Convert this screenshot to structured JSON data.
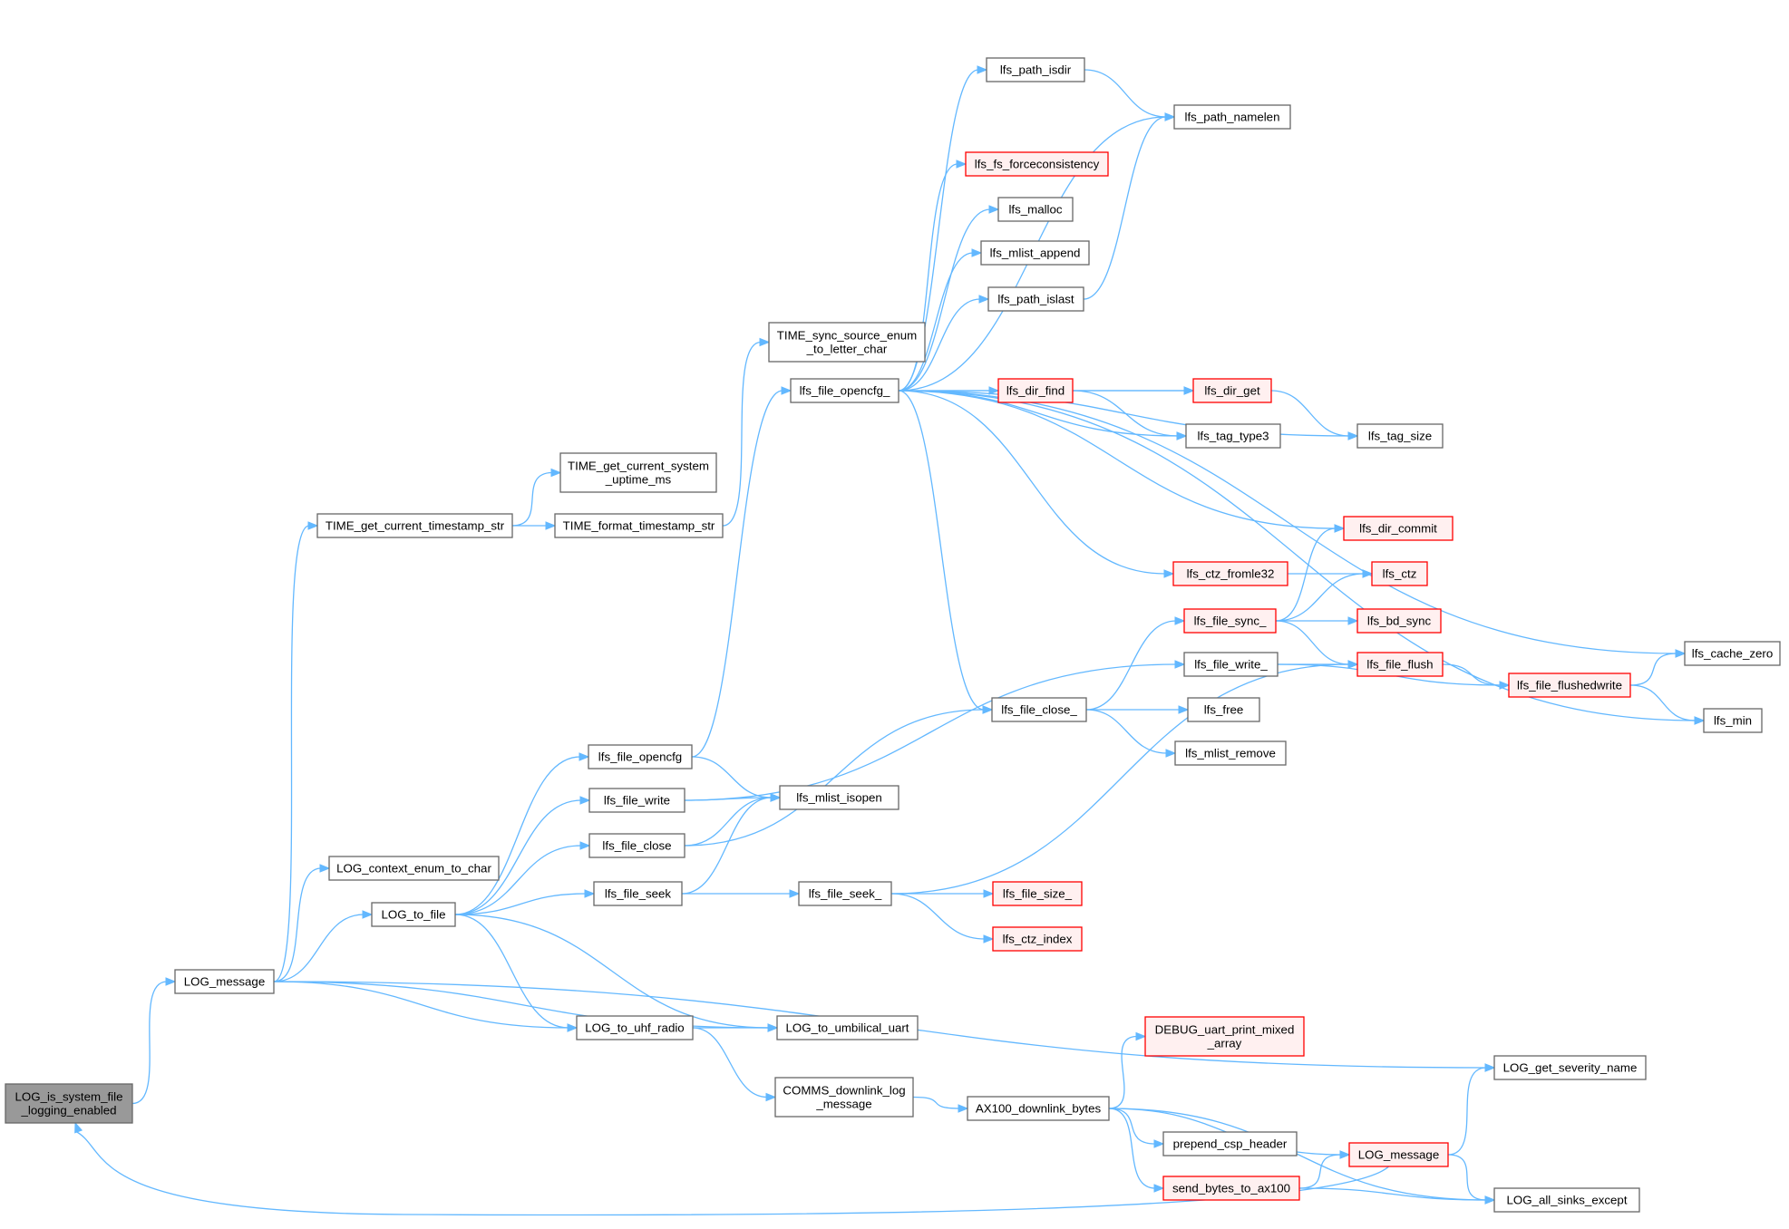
{
  "graph": {
    "nodes": [
      {
        "id": "root",
        "lines": [
          "LOG_is_system_file",
          "_logging_enabled"
        ],
        "style": "root"
      },
      {
        "id": "log_message",
        "lines": [
          "LOG_message"
        ],
        "style": "normal"
      },
      {
        "id": "time_get_ts",
        "lines": [
          "TIME_get_current_timestamp_str"
        ],
        "style": "normal"
      },
      {
        "id": "log_ctx",
        "lines": [
          "LOG_context_enum_to_char"
        ],
        "style": "normal"
      },
      {
        "id": "log_to_file",
        "lines": [
          "LOG_to_file"
        ],
        "style": "normal"
      },
      {
        "id": "log_to_uhf",
        "lines": [
          "LOG_to_uhf_radio"
        ],
        "style": "normal"
      },
      {
        "id": "log_to_umb",
        "lines": [
          "LOG_to_umbilical_uart"
        ],
        "style": "normal"
      },
      {
        "id": "time_uptime",
        "lines": [
          "TIME_get_current_system",
          "_uptime_ms"
        ],
        "style": "normal"
      },
      {
        "id": "time_format",
        "lines": [
          "TIME_format_timestamp_str"
        ],
        "style": "normal"
      },
      {
        "id": "time_sync",
        "lines": [
          "TIME_sync_source_enum",
          "_to_letter_char"
        ],
        "style": "normal"
      },
      {
        "id": "lfs_file_opencfg_",
        "lines": [
          "lfs_file_opencfg_"
        ],
        "style": "normal"
      },
      {
        "id": "lfs_file_opencfg",
        "lines": [
          "lfs_file_opencfg"
        ],
        "style": "normal"
      },
      {
        "id": "lfs_file_write",
        "lines": [
          "lfs_file_write"
        ],
        "style": "normal"
      },
      {
        "id": "lfs_file_close",
        "lines": [
          "lfs_file_close"
        ],
        "style": "normal"
      },
      {
        "id": "lfs_file_seek",
        "lines": [
          "lfs_file_seek"
        ],
        "style": "normal"
      },
      {
        "id": "lfs_mlist_isopen",
        "lines": [
          "lfs_mlist_isopen"
        ],
        "style": "normal"
      },
      {
        "id": "lfs_file_seek_",
        "lines": [
          "lfs_file_seek_"
        ],
        "style": "normal"
      },
      {
        "id": "lfs_file_close_",
        "lines": [
          "lfs_file_close_"
        ],
        "style": "normal"
      },
      {
        "id": "lfs_path_isdir",
        "lines": [
          "lfs_path_isdir"
        ],
        "style": "normal"
      },
      {
        "id": "lfs_path_namelen",
        "lines": [
          "lfs_path_namelen"
        ],
        "style": "normal"
      },
      {
        "id": "lfs_fs_force",
        "lines": [
          "lfs_fs_forceconsistency"
        ],
        "style": "red"
      },
      {
        "id": "lfs_malloc",
        "lines": [
          "lfs_malloc"
        ],
        "style": "normal"
      },
      {
        "id": "lfs_mlist_append",
        "lines": [
          "lfs_mlist_append"
        ],
        "style": "normal"
      },
      {
        "id": "lfs_path_islast",
        "lines": [
          "lfs_path_islast"
        ],
        "style": "normal"
      },
      {
        "id": "lfs_dir_find",
        "lines": [
          "lfs_dir_find"
        ],
        "style": "red"
      },
      {
        "id": "lfs_dir_get",
        "lines": [
          "lfs_dir_get"
        ],
        "style": "red"
      },
      {
        "id": "lfs_tag_type3",
        "lines": [
          "lfs_tag_type3"
        ],
        "style": "normal"
      },
      {
        "id": "lfs_tag_size",
        "lines": [
          "lfs_tag_size"
        ],
        "style": "normal"
      },
      {
        "id": "lfs_dir_commit",
        "lines": [
          "lfs_dir_commit"
        ],
        "style": "red"
      },
      {
        "id": "lfs_ctz_fromle32",
        "lines": [
          "lfs_ctz_fromle32"
        ],
        "style": "red"
      },
      {
        "id": "lfs_ctz",
        "lines": [
          "lfs_ctz"
        ],
        "style": "red"
      },
      {
        "id": "lfs_file_sync_",
        "lines": [
          "lfs_file_sync_"
        ],
        "style": "red"
      },
      {
        "id": "lfs_bd_sync",
        "lines": [
          "lfs_bd_sync"
        ],
        "style": "red"
      },
      {
        "id": "lfs_file_write_",
        "lines": [
          "lfs_file_write_"
        ],
        "style": "normal"
      },
      {
        "id": "lfs_file_flush",
        "lines": [
          "lfs_file_flush"
        ],
        "style": "red"
      },
      {
        "id": "lfs_file_flushedwrite",
        "lines": [
          "lfs_file_flushedwrite"
        ],
        "style": "red"
      },
      {
        "id": "lfs_cache_zero",
        "lines": [
          "lfs_cache_zero"
        ],
        "style": "normal"
      },
      {
        "id": "lfs_min",
        "lines": [
          "lfs_min"
        ],
        "style": "normal"
      },
      {
        "id": "lfs_free",
        "lines": [
          "lfs_free"
        ],
        "style": "normal"
      },
      {
        "id": "lfs_mlist_remove",
        "lines": [
          "lfs_mlist_remove"
        ],
        "style": "normal"
      },
      {
        "id": "lfs_file_size_",
        "lines": [
          "lfs_file_size_"
        ],
        "style": "red"
      },
      {
        "id": "lfs_ctz_index",
        "lines": [
          "lfs_ctz_index"
        ],
        "style": "red"
      },
      {
        "id": "log_get_sev",
        "lines": [
          "LOG_get_severity_name"
        ],
        "style": "normal"
      },
      {
        "id": "comms_downlink",
        "lines": [
          "COMMS_downlink_log",
          "_message"
        ],
        "style": "normal"
      },
      {
        "id": "ax100_downlink",
        "lines": [
          "AX100_downlink_bytes"
        ],
        "style": "normal"
      },
      {
        "id": "debug_uart",
        "lines": [
          "DEBUG_uart_print_mixed",
          "_array"
        ],
        "style": "red"
      },
      {
        "id": "prepend_csp",
        "lines": [
          "prepend_csp_header"
        ],
        "style": "normal"
      },
      {
        "id": "send_bytes",
        "lines": [
          "send_bytes_to_ax100"
        ],
        "style": "red"
      },
      {
        "id": "log_message_r",
        "lines": [
          "LOG_message"
        ],
        "style": "red"
      },
      {
        "id": "log_all_sinks",
        "lines": [
          "LOG_all_sinks_except"
        ],
        "style": "normal"
      }
    ],
    "edges": [
      [
        "root",
        "log_message"
      ],
      [
        "log_message",
        "time_get_ts"
      ],
      [
        "log_message",
        "log_ctx"
      ],
      [
        "log_message",
        "log_to_file"
      ],
      [
        "log_message",
        "log_to_uhf"
      ],
      [
        "log_message",
        "log_to_umb"
      ],
      [
        "log_message",
        "log_get_sev"
      ],
      [
        "time_get_ts",
        "time_uptime"
      ],
      [
        "time_get_ts",
        "time_format"
      ],
      [
        "time_format",
        "time_sync"
      ],
      [
        "log_to_file",
        "lfs_file_opencfg"
      ],
      [
        "log_to_file",
        "lfs_file_write"
      ],
      [
        "log_to_file",
        "lfs_file_close"
      ],
      [
        "log_to_file",
        "lfs_file_seek"
      ],
      [
        "log_to_file",
        "log_to_uhf"
      ],
      [
        "log_to_file",
        "log_to_umb"
      ],
      [
        "log_to_uhf",
        "log_to_umb"
      ],
      [
        "log_to_uhf",
        "comms_downlink"
      ],
      [
        "lfs_file_opencfg",
        "lfs_file_opencfg_"
      ],
      [
        "lfs_file_opencfg",
        "lfs_mlist_isopen"
      ],
      [
        "lfs_file_write",
        "lfs_mlist_isopen"
      ],
      [
        "lfs_file_write",
        "lfs_file_write_"
      ],
      [
        "lfs_file_close",
        "lfs_mlist_isopen"
      ],
      [
        "lfs_file_close",
        "lfs_file_close_"
      ],
      [
        "lfs_file_seek",
        "lfs_mlist_isopen"
      ],
      [
        "lfs_file_seek",
        "lfs_file_seek_"
      ],
      [
        "lfs_file_seek_",
        "lfs_file_flush"
      ],
      [
        "lfs_file_seek_",
        "lfs_file_size_"
      ],
      [
        "lfs_file_seek_",
        "lfs_ctz_index"
      ],
      [
        "lfs_file_opencfg_",
        "lfs_cache_zero"
      ],
      [
        "lfs_file_opencfg_",
        "lfs_path_isdir"
      ],
      [
        "lfs_file_opencfg_",
        "lfs_path_namelen"
      ],
      [
        "lfs_file_opencfg_",
        "lfs_fs_force"
      ],
      [
        "lfs_file_opencfg_",
        "lfs_malloc"
      ],
      [
        "lfs_file_opencfg_",
        "lfs_mlist_append"
      ],
      [
        "lfs_file_opencfg_",
        "lfs_path_islast"
      ],
      [
        "lfs_file_opencfg_",
        "lfs_dir_get"
      ],
      [
        "lfs_file_opencfg_",
        "lfs_dir_find"
      ],
      [
        "lfs_file_opencfg_",
        "lfs_tag_type3"
      ],
      [
        "lfs_file_opencfg_",
        "lfs_tag_size"
      ],
      [
        "lfs_file_opencfg_",
        "lfs_dir_commit"
      ],
      [
        "lfs_file_opencfg_",
        "lfs_ctz_fromle32"
      ],
      [
        "lfs_file_opencfg_",
        "lfs_file_close_"
      ],
      [
        "lfs_file_opencfg_",
        "lfs_min"
      ],
      [
        "lfs_path_isdir",
        "lfs_path_namelen"
      ],
      [
        "lfs_path_islast",
        "lfs_path_namelen"
      ],
      [
        "lfs_dir_find",
        "lfs_dir_get"
      ],
      [
        "lfs_dir_find",
        "lfs_tag_type3"
      ],
      [
        "lfs_dir_get",
        "lfs_tag_size"
      ],
      [
        "lfs_ctz_fromle32",
        "lfs_ctz"
      ],
      [
        "lfs_file_close_",
        "lfs_file_sync_"
      ],
      [
        "lfs_file_close_",
        "lfs_free"
      ],
      [
        "lfs_file_close_",
        "lfs_mlist_remove"
      ],
      [
        "lfs_file_sync_",
        "lfs_dir_commit"
      ],
      [
        "lfs_file_sync_",
        "lfs_ctz"
      ],
      [
        "lfs_file_sync_",
        "lfs_bd_sync"
      ],
      [
        "lfs_file_sync_",
        "lfs_file_flush"
      ],
      [
        "lfs_file_write_",
        "lfs_file_flush"
      ],
      [
        "lfs_file_write_",
        "lfs_file_flushedwrite"
      ],
      [
        "lfs_file_flush",
        "lfs_file_flushedwrite"
      ],
      [
        "lfs_file_flushedwrite",
        "lfs_cache_zero"
      ],
      [
        "lfs_file_flushedwrite",
        "lfs_min"
      ],
      [
        "comms_downlink",
        "ax100_downlink"
      ],
      [
        "ax100_downlink",
        "debug_uart"
      ],
      [
        "ax100_downlink",
        "log_message_r"
      ],
      [
        "ax100_downlink",
        "prepend_csp"
      ],
      [
        "ax100_downlink",
        "send_bytes"
      ],
      [
        "ax100_downlink",
        "log_all_sinks"
      ],
      [
        "send_bytes",
        "log_message_r"
      ],
      [
        "send_bytes",
        "log_all_sinks"
      ],
      [
        "log_message_r",
        "log_get_sev"
      ],
      [
        "log_message_r",
        "log_all_sinks"
      ],
      [
        "log_message_r",
        "root"
      ]
    ],
    "colors": {
      "edge": "#63b8ff",
      "node_border": "#666666",
      "node_border_highlight": "#ff0000",
      "node_fill_highlight": "#fff0f0",
      "root_fill": "#999999"
    }
  }
}
